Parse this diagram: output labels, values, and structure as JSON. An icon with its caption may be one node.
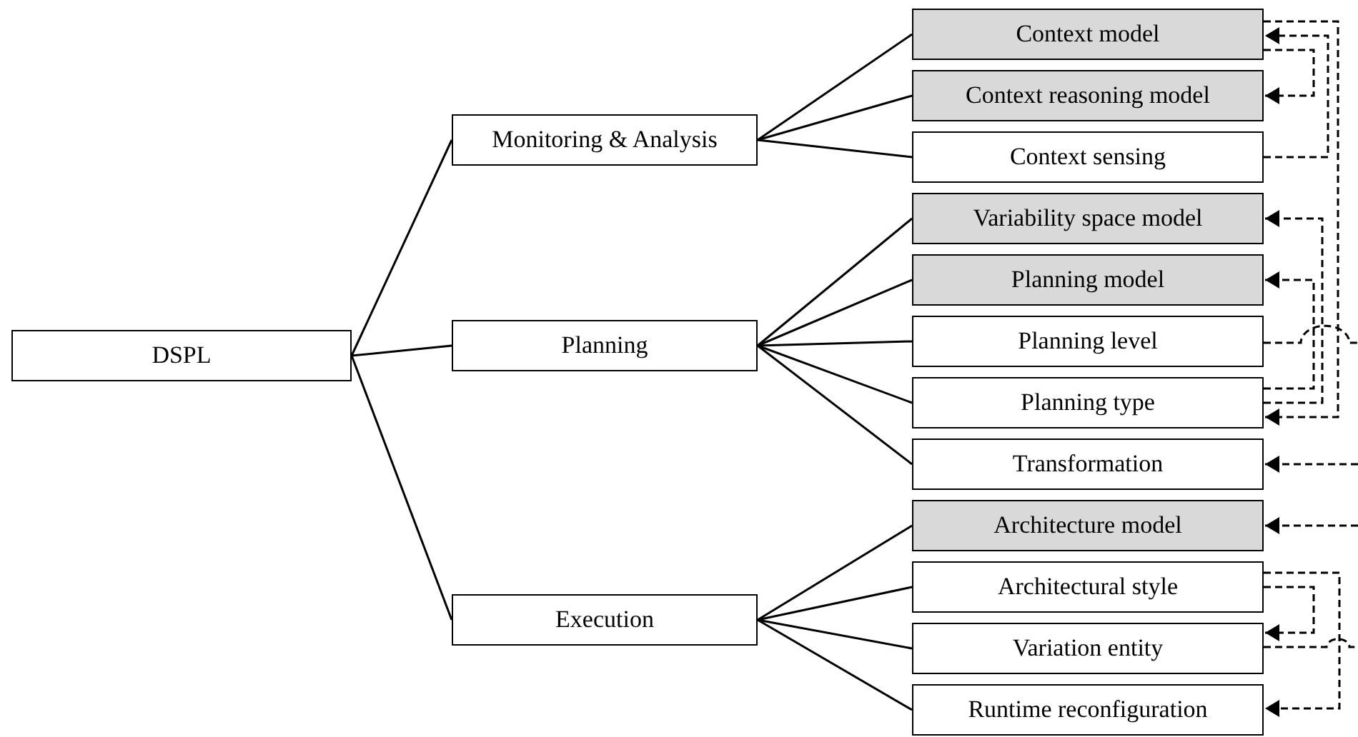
{
  "diagram": {
    "nodes": [
      {
        "text": [
          "DSPL"
        ]
      },
      {
        "text": [
          "Monitoring & Analysis"
        ]
      },
      {
        "text": [
          "Planning"
        ]
      },
      {
        "text": [
          "Execution"
        ]
      },
      {
        "text": [
          "Context model"
        ]
      },
      {
        "text": [
          "Context reasoning model"
        ]
      },
      {
        "text": [
          "Context sensing"
        ]
      },
      {
        "text": [
          "Variability space model"
        ]
      },
      {
        "text": [
          "Planning model"
        ]
      },
      {
        "text": [
          "Planning level"
        ]
      },
      {
        "text": [
          "Planning type"
        ]
      },
      {
        "text": [
          "Transformation"
        ]
      },
      {
        "text": [
          "Architecture model"
        ]
      },
      {
        "text": [
          "Architectural style"
        ]
      },
      {
        "text": [
          "Variation entity"
        ]
      },
      {
        "text": [
          "Runtime reconfiguration"
        ]
      }
    ],
    "edges": [
      {
        "from": 0,
        "to": 1,
        "arrow": "none"
      },
      {
        "from": 0,
        "to": 2,
        "arrow": "none"
      },
      {
        "from": 0,
        "to": 3,
        "arrow": "none"
      },
      {
        "from": 1,
        "to": 4,
        "arrow": "none"
      },
      {
        "from": 1,
        "to": 5,
        "arrow": "none"
      },
      {
        "from": 1,
        "to": 6,
        "arrow": "none"
      },
      {
        "from": 2,
        "to": 7,
        "arrow": "none"
      },
      {
        "from": 2,
        "to": 8,
        "arrow": "none"
      },
      {
        "from": 2,
        "to": 9,
        "arrow": "none"
      },
      {
        "from": 2,
        "to": 10,
        "arrow": "none"
      },
      {
        "from": 2,
        "to": 11,
        "arrow": "none"
      },
      {
        "from": 3,
        "to": 12,
        "arrow": "none"
      },
      {
        "from": 3,
        "to": 13,
        "arrow": "none"
      },
      {
        "from": 3,
        "to": 14,
        "arrow": "none"
      },
      {
        "from": 3,
        "to": 15,
        "arrow": "none"
      },
      {
        "from": 4,
        "to": 5,
        "arrow": "to",
        "style": "dashed"
      },
      {
        "from": 4,
        "to": 10,
        "arrow": "to",
        "style": "dashed"
      },
      {
        "from": 6,
        "to": 4,
        "arrow": "to",
        "style": "dashed"
      },
      {
        "from": 10,
        "to": 7,
        "arrow": "to",
        "style": "dashed"
      },
      {
        "from": 10,
        "to": 8,
        "arrow": "to",
        "style": "dashed"
      },
      {
        "from": 9,
        "to": null,
        "arrow": "none",
        "style": "dashed"
      },
      {
        "from": null,
        "to": 11,
        "arrow": "to",
        "style": "dashed"
      },
      {
        "from": null,
        "to": 12,
        "arrow": "to",
        "style": "dashed"
      },
      {
        "from": 13,
        "to": 14,
        "arrow": "to",
        "style": "dashed"
      },
      {
        "from": 13,
        "to": 15,
        "arrow": "to",
        "style": "dashed"
      },
      {
        "from": 14,
        "to": null,
        "arrow": "none",
        "style": "dashed"
      }
    ]
  }
}
